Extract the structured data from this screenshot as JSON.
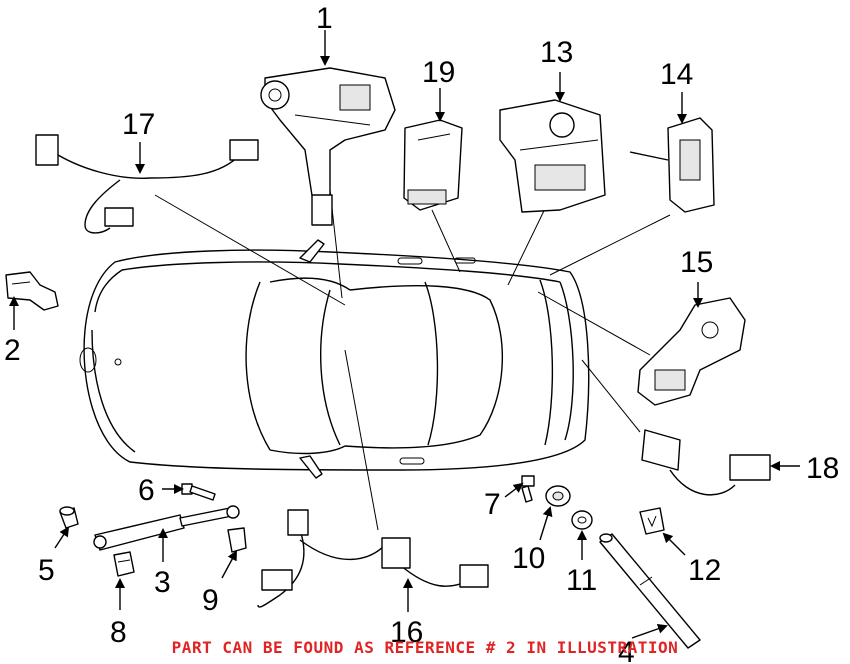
{
  "callouts": {
    "c1": "1",
    "c2": "2",
    "c3": "3",
    "c4": "4",
    "c5": "5",
    "c6": "6",
    "c7": "7",
    "c8": "8",
    "c9": "9",
    "c10": "10",
    "c11": "11",
    "c12": "12",
    "c13": "13",
    "c14": "14",
    "c15": "15",
    "c16": "16",
    "c17": "17",
    "c18": "18",
    "c19": "19"
  },
  "note": "PART CAN BE FOUND AS REFERENCE # 2 IN ILLUSTRATION",
  "colors": {
    "note": "#e02424",
    "ink": "#000000"
  }
}
